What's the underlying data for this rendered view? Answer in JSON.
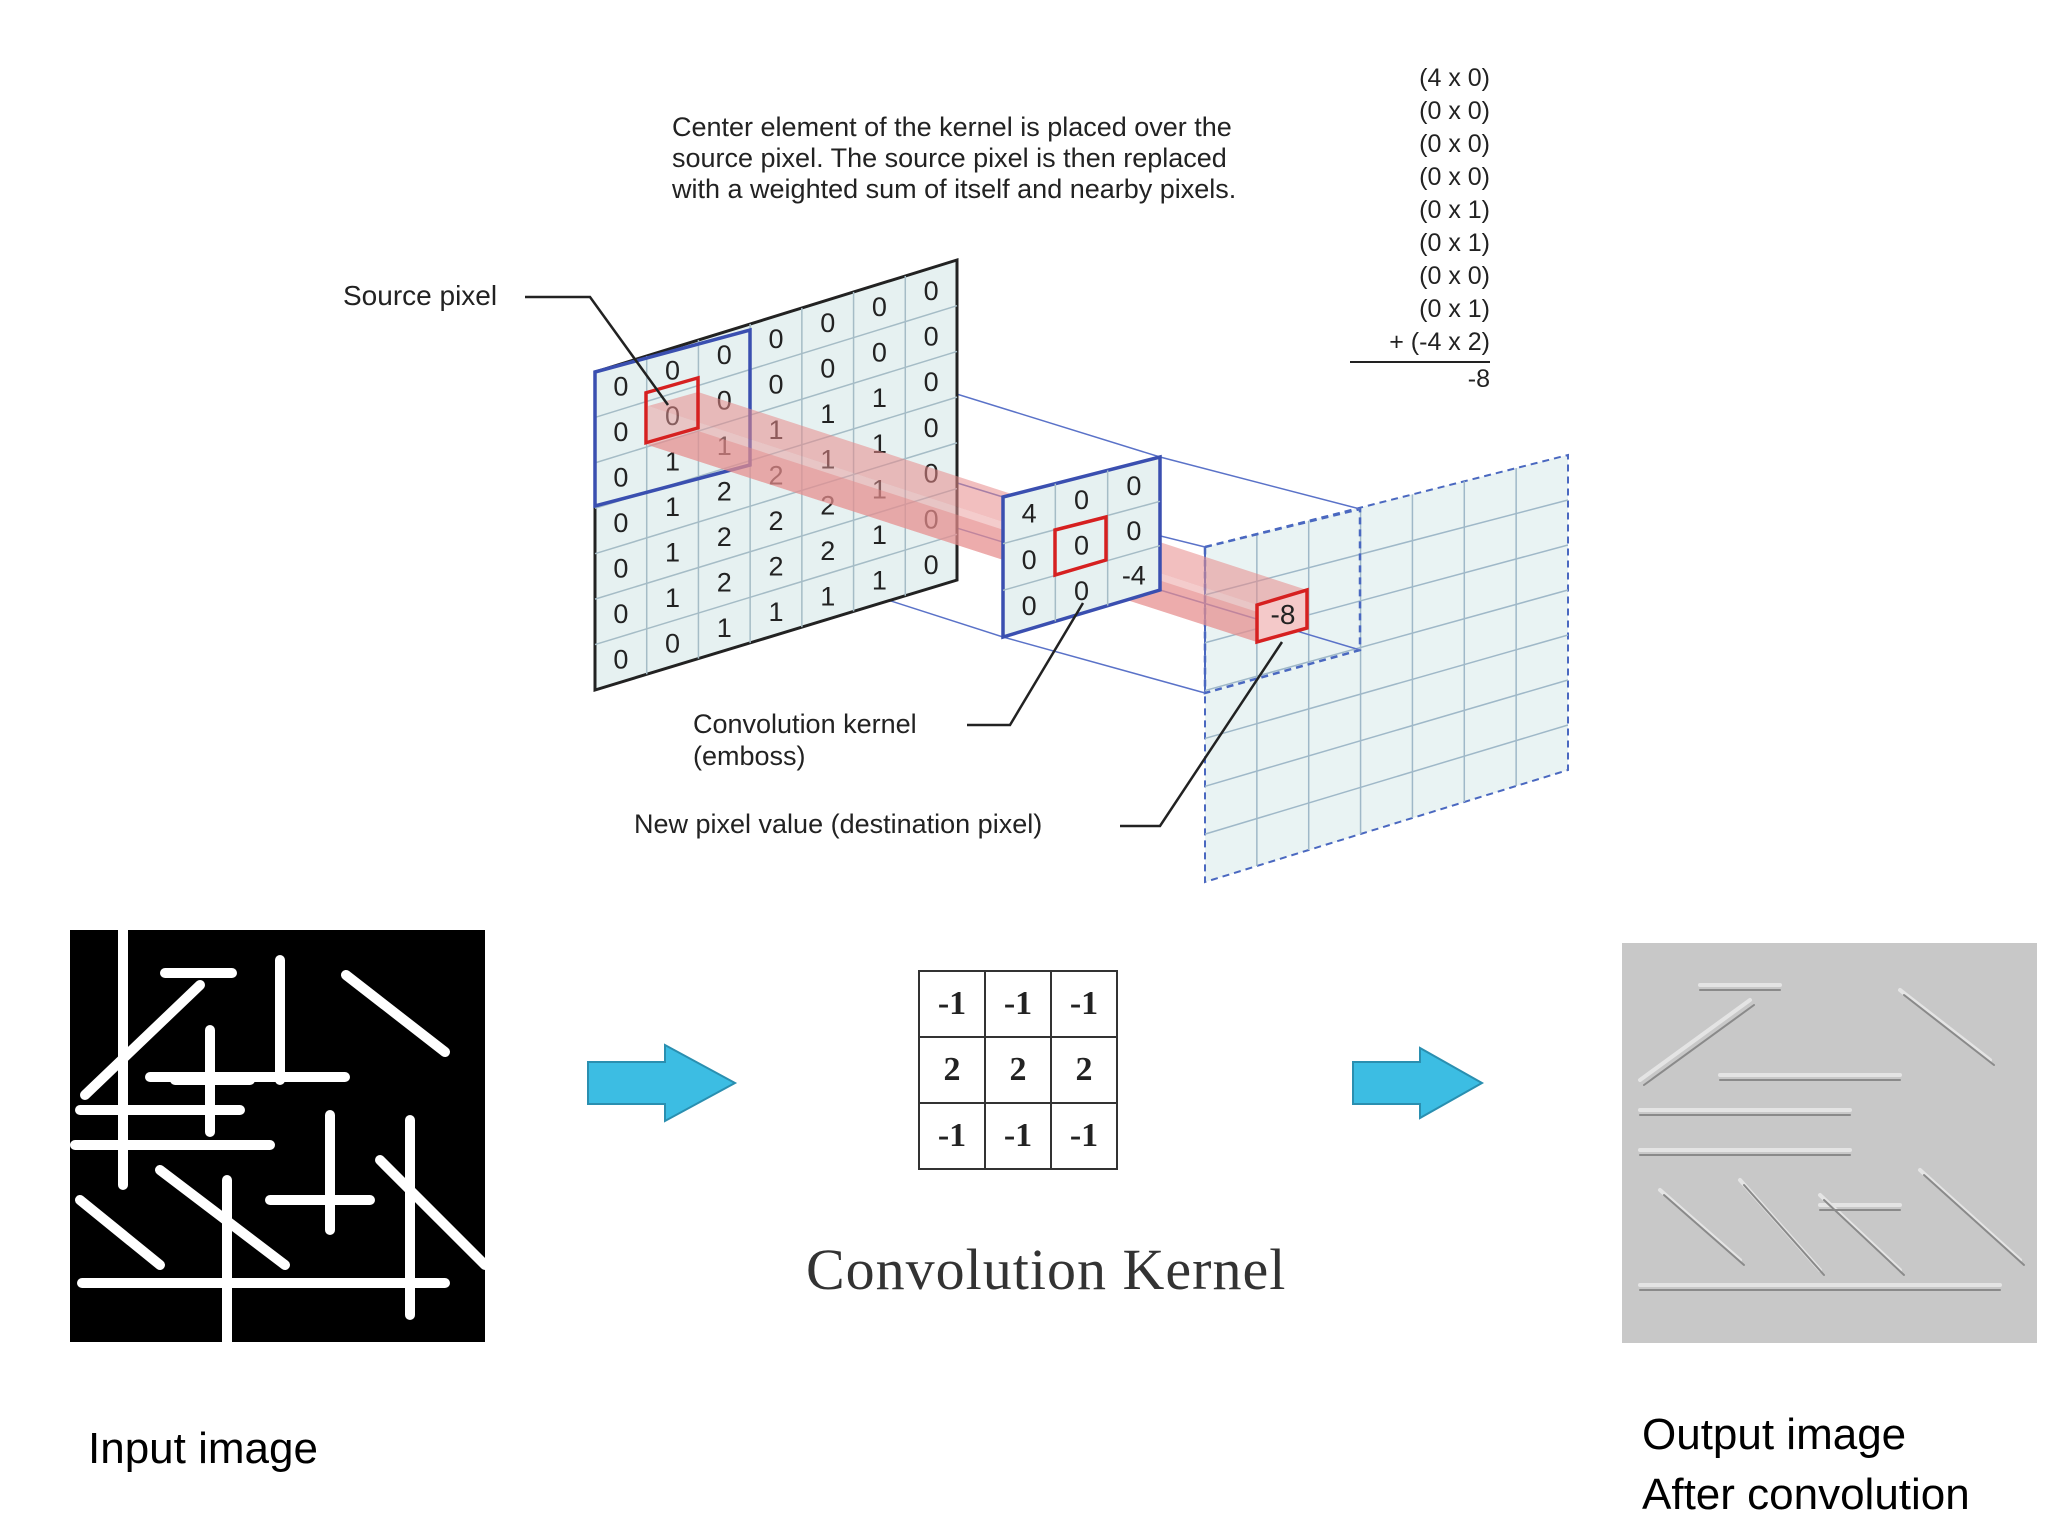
{
  "description_lines": [
    "Center element of the kernel is placed over the",
    "source pixel. The source pixel is then replaced",
    "with a weighted sum of itself and nearby pixels."
  ],
  "calculation": {
    "terms": [
      "(4 x 0)",
      "(0 x 0)",
      "(0 x 0)",
      "(0 x 0)",
      "(0 x 1)",
      "(0 x 1)",
      "(0 x 0)",
      "(0 x 1)",
      "+ (-4 x 2)"
    ],
    "result": "-8"
  },
  "labels": {
    "source_pixel": "Source pixel",
    "kernel_label_1": "Convolution kernel",
    "kernel_label_2": "(emboss)",
    "new_pixel": "New pixel value (destination pixel)",
    "input_caption": "Input image",
    "output_caption_1": "Output image",
    "output_caption_2": "After convolution",
    "kernel_title": "Convolution Kernel"
  },
  "source_grid": [
    [
      "0",
      "0",
      "0",
      "0",
      "0",
      "0",
      "0"
    ],
    [
      "0",
      "0",
      "0",
      "0",
      "0",
      "0",
      "0"
    ],
    [
      "0",
      "1",
      "1",
      "1",
      "1",
      "1",
      "0"
    ],
    [
      "0",
      "1",
      "2",
      "2",
      "1",
      "1",
      "0"
    ],
    [
      "0",
      "1",
      "2",
      "2",
      "2",
      "1",
      "0"
    ],
    [
      "0",
      "1",
      "2",
      "2",
      "2",
      "1",
      "0"
    ],
    [
      "0",
      "0",
      "1",
      "1",
      "1",
      "1",
      "0"
    ]
  ],
  "emboss_kernel": [
    [
      "4",
      "0",
      "0"
    ],
    [
      "0",
      "0",
      "0"
    ],
    [
      "0",
      "0",
      "-4"
    ]
  ],
  "destination_value": "-8",
  "edge_kernel": [
    [
      "-1",
      "-1",
      "-1"
    ],
    [
      "2",
      "2",
      "2"
    ],
    [
      "-1",
      "-1",
      "-1"
    ]
  ],
  "colors": {
    "grid_fill": "#e6f1f1",
    "kernel_border": "#3a4fb0",
    "highlight": "#d62020",
    "beam": "#e88a8a",
    "arrow": "#3cbde3",
    "output_bg": "#c8c8c8"
  }
}
